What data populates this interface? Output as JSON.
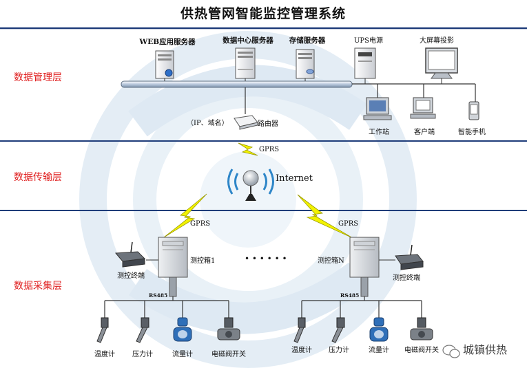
{
  "title": "供热管网智能监控管理系统",
  "layers": {
    "management": "数据管理层",
    "transmission": "数据传输层",
    "collection": "数据采集层"
  },
  "servers": {
    "web": "WEB应用服务器",
    "datacenter": "数据中心服务器",
    "storage": "存储服务器",
    "ups": "UPS电源",
    "screen": "大屏幕投影"
  },
  "clients": {
    "workstation": "工作站",
    "client": "客户端",
    "phone": "智能手机"
  },
  "router": {
    "note": "（IP、域名）",
    "label": "路由器"
  },
  "network": {
    "gprs": "GPRS",
    "internet": "Internet",
    "ellipsis": "• • • • • •"
  },
  "boxes": {
    "left": "测控箱1",
    "right": "测控箱N",
    "rs485": "RS485",
    "terminal": "测控终端"
  },
  "sensors": [
    "温度计",
    "压力计",
    "流量计",
    "电磁阀开关"
  ],
  "watermark": "城镇供热",
  "colors": {
    "layer_text": "#e02020",
    "divider": "#1f3d7a",
    "watermark_blue": "#cfe0ee",
    "lightning": "#f2f200"
  }
}
